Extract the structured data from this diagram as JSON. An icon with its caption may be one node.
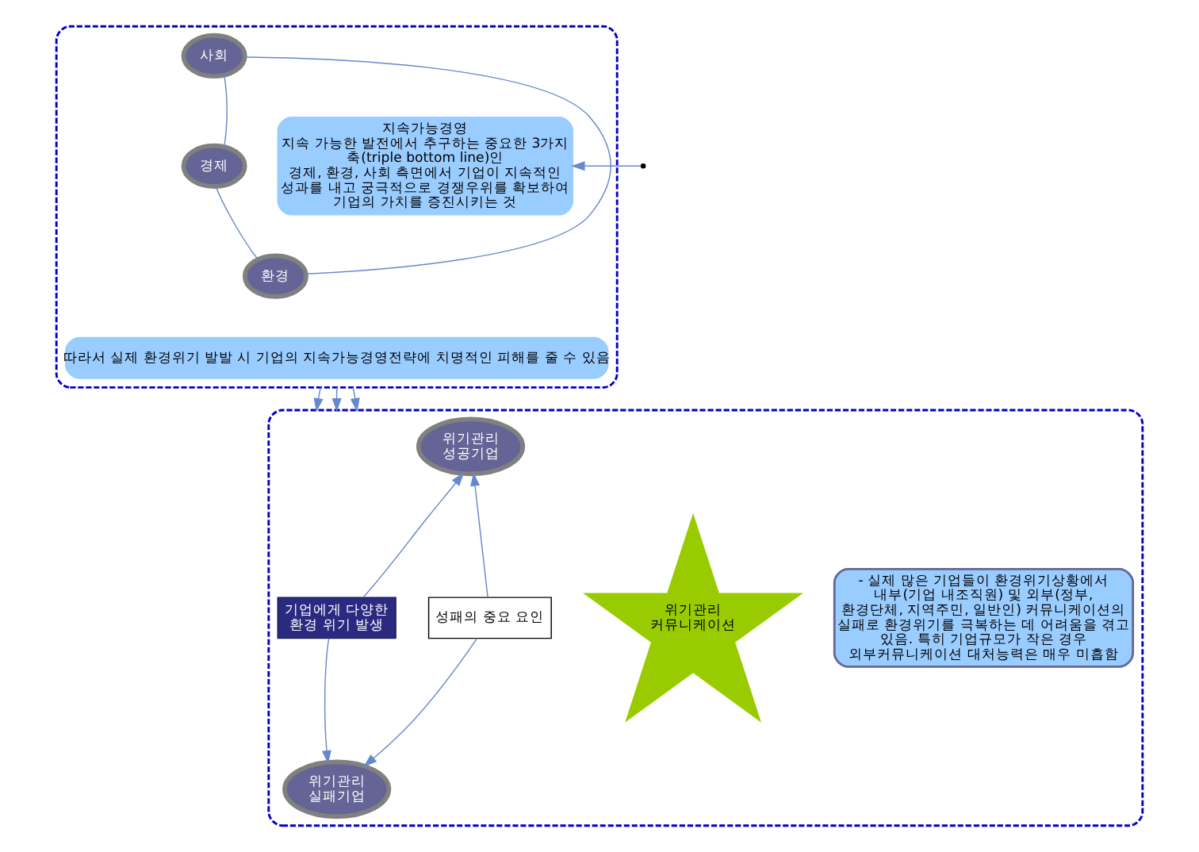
{
  "diagram": {
    "nodes": [
      {
        "text": [],
        "shape": "box"
      },
      {
        "text": [
          "사회"
        ],
        "in": 0
      },
      {
        "text": [
          "경제"
        ],
        "in": 0
      },
      {
        "text": [
          "환경"
        ],
        "in": 0
      },
      {
        "text": [
          "지속가능경영",
          "지속 가능한 발전에서 추구하는 중요한 3가지 축(triple bottom line)인 경제, 환경, 사회 측면에서 기업이 지속적인 성과를 내고 궁극적으로 경쟁우위를 확보하여 기업의 가치를 증진시키는 것"
        ],
        "in": 0
      },
      {
        "text": [
          "따라서 실제 환경위기 발발 시 기업의 지속가능경영전략에 치명적인 피해를 줄 수 있음"
        ],
        "in": 0
      },
      {
        "text": [],
        "shape": "box"
      },
      {
        "text": [
          "기업에게 다양한 환경 위기 발생"
        ],
        "in": 6
      },
      {
        "text": [
          "위기관리 성공기업"
        ],
        "in": 6
      },
      {
        "text": [
          "위기관리 실패기업"
        ],
        "in": 6
      },
      {
        "text": [
          "성패의 중요 요인"
        ],
        "in": 6
      },
      {
        "text": [
          "위기관리 커뮤니케이션"
        ],
        "in": 6
      },
      {
        "text": [
          "- 실제 많은 기업들이 환경위기상황에서 내부(기업 내조직원) 및 외부(정부, 환경단체, 지역주민, 일반인) 커뮤니케이션의 실패로 환경위기를 극복하는 데 어려움을 겪고 있음. 특히 기업규모가 작은 경우 외부커뮤니케이션 대처능력은 매우 미흡함"
        ],
        "in": 6
      }
    ],
    "edges": [
      {
        "from": 2,
        "to": 1,
        "arrow": "none"
      },
      {
        "from": 2,
        "to": 3,
        "arrow": "none"
      },
      {
        "from": 1,
        "to": 3,
        "arrow": "none"
      },
      {
        "from": null,
        "to": 4,
        "arrow": "to"
      },
      {
        "from": 0,
        "to": 6,
        "arrow": "to"
      },
      {
        "from": 0,
        "to": 6,
        "arrow": "to"
      },
      {
        "from": 0,
        "to": 6,
        "arrow": "to"
      },
      {
        "from": 7,
        "to": 8,
        "arrow": "to"
      },
      {
        "from": 7,
        "to": 9,
        "arrow": "to"
      },
      {
        "from": 10,
        "to": 8,
        "arrow": "to"
      },
      {
        "from": 10,
        "to": 9,
        "arrow": "to"
      }
    ]
  }
}
